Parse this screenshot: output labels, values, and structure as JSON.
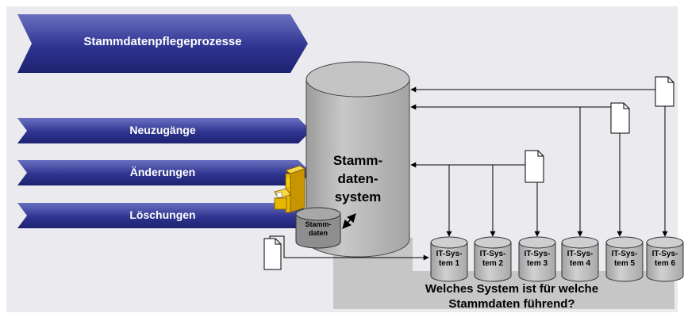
{
  "process_banner": "Stammdatenpflegeprozesse",
  "process_steps": [
    "Neuzugänge",
    "Änderungen",
    "Löschungen"
  ],
  "central_system": [
    "Stamm-",
    "daten-",
    "system"
  ],
  "local_store": [
    "Stamm-",
    "daten"
  ],
  "it_systems": [
    [
      "IT-Sys-",
      "tem 1"
    ],
    [
      "IT-Sys-",
      "tem 2"
    ],
    [
      "IT-Sys-",
      "tem 3"
    ],
    [
      "IT-Sys-",
      "tem 4"
    ],
    [
      "IT-Sys-",
      "tem 5"
    ],
    [
      "IT-Sys-",
      "tem 6"
    ]
  ],
  "question": [
    "Welches System ist für welche",
    "Stammdaten führend?"
  ],
  "colors": {
    "arrow_dark": "#20267a",
    "arrow_light": "#5f64b8",
    "backdrop": "#ebebef",
    "shadow": "#c6c6c6",
    "cylinder": "#b8b8b8",
    "cabinet": "#f2c000"
  }
}
